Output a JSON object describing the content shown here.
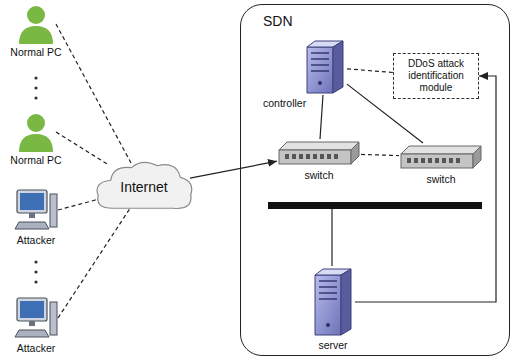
{
  "diagram": {
    "nodes": [
      {
        "text": [
          "Normal PC"
        ]
      },
      {
        "text": [
          "Normal PC"
        ]
      },
      {
        "text": [
          "Attacker"
        ]
      },
      {
        "text": [
          "Attacker"
        ]
      },
      {
        "text": [
          "Internet"
        ]
      },
      {
        "text": [
          "SDN"
        ]
      },
      {
        "text": [
          "controller"
        ],
        "in": 5
      },
      {
        "text": [
          "DDoS attack identification module"
        ],
        "in": 5
      },
      {
        "text": [
          "switch"
        ],
        "in": 5
      },
      {
        "text": [
          "switch"
        ],
        "in": 5
      },
      {
        "text": [
          "server"
        ],
        "in": 5
      }
    ],
    "edges": [
      {
        "from": 0,
        "to": 4,
        "arrow": "none"
      },
      {
        "from": 1,
        "to": 4,
        "arrow": "none"
      },
      {
        "from": 2,
        "to": 4,
        "arrow": "none"
      },
      {
        "from": 3,
        "to": 4,
        "arrow": "none"
      },
      {
        "from": 4,
        "to": 8,
        "arrow": "to"
      },
      {
        "from": 6,
        "to": 7,
        "arrow": "none"
      },
      {
        "from": 6,
        "to": 8,
        "arrow": "none"
      },
      {
        "from": 6,
        "to": 9,
        "arrow": "none"
      },
      {
        "from": 8,
        "to": 9,
        "arrow": "none"
      },
      {
        "from": 10,
        "to": 7,
        "arrow": "to"
      }
    ]
  }
}
